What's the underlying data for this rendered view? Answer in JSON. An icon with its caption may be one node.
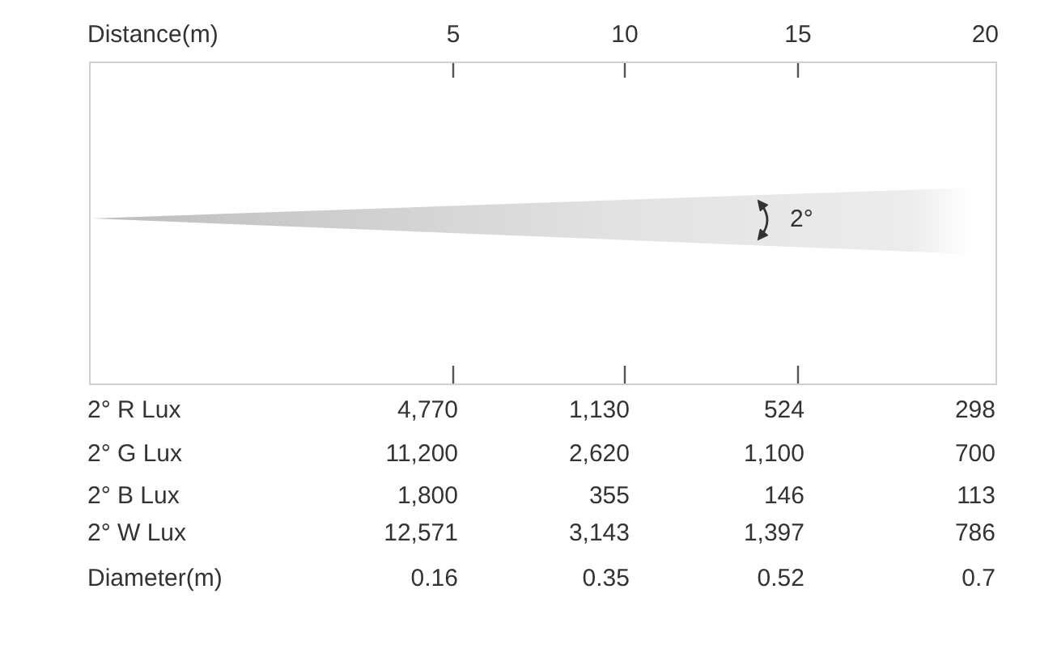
{
  "diagram": {
    "labels": [
      "Distance(m)",
      "5",
      "10",
      "15",
      "20",
      "2°",
      "2° R Lux",
      "4,770",
      "1,130",
      "524",
      "298",
      "2° G Lux",
      "11,200",
      "2,620",
      "1,100",
      "700",
      "2° B Lux",
      "1,800",
      "355",
      "146",
      "113",
      "2° W Lux",
      "12,571",
      "3,143",
      "1,397",
      "786",
      "Diameter(m)",
      "0.16",
      "0.35",
      "0.52",
      "0.7"
    ]
  }
}
